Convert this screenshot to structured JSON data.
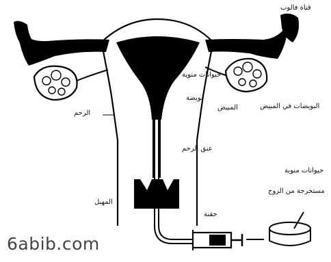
{
  "diagram": {
    "labels": {
      "fallopian_tube": "قناة فالوب",
      "sperm": "حيوانات منوية",
      "egg": "بويضة",
      "ovary": "المبيض",
      "follicles": "البويضات في المبيض",
      "uterus": "الرحم",
      "cervix": "عنق الرحم",
      "vagina": "المهبل",
      "syringe": "حقنة",
      "collected_sperm_line1": "حيوانات منوية",
      "collected_sperm_line2": "مستخرجة من الزوج"
    },
    "watermark": "6abib.com"
  }
}
